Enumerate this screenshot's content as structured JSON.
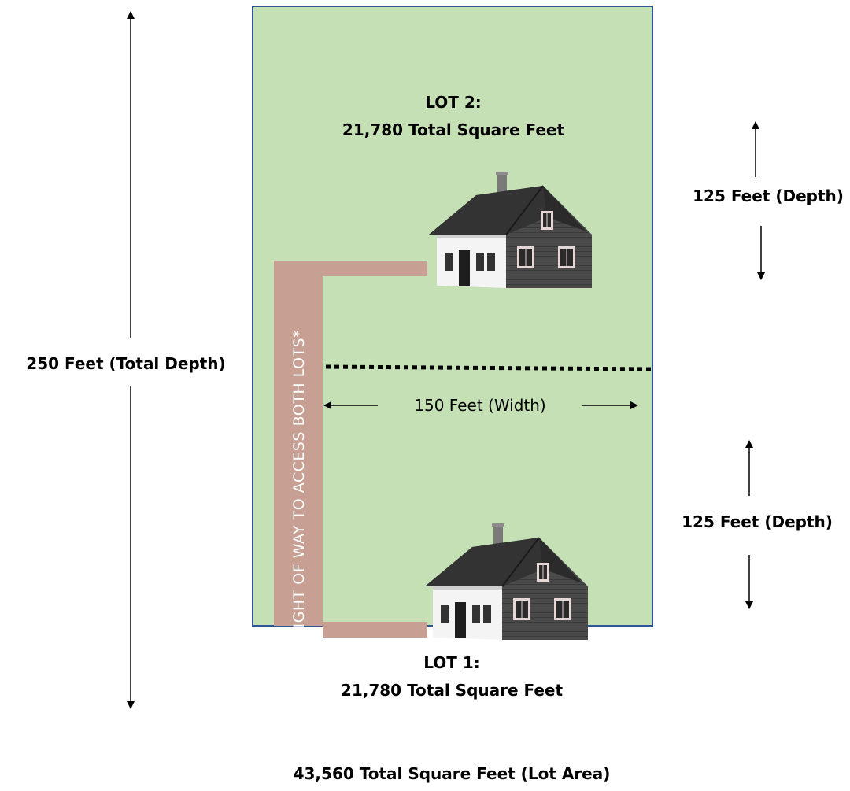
{
  "lot2": {
    "title": "LOT 2:",
    "area": "21,780 Total Square Feet"
  },
  "lot1": {
    "title": "LOT 1:",
    "area": "21,780 Total Square Feet"
  },
  "total_depth_label": "250 Feet (Total Depth)",
  "lot2_depth_label": "125 Feet (Depth)",
  "lot1_depth_label": "125 Feet (Depth)",
  "width_label": "150 Feet (Width)",
  "right_of_way_label": "RIGHT OF WAY TO ACCESS BOTH LOTS*",
  "total_area_label": "43,560 Total Square Feet (Lot Area)",
  "colors": {
    "lot_fill": "#c5e0b4",
    "lot_border": "#2f5597",
    "driveway": "#c7a093",
    "roof": "#2b2b2b",
    "siding": "#4a4a4a"
  }
}
